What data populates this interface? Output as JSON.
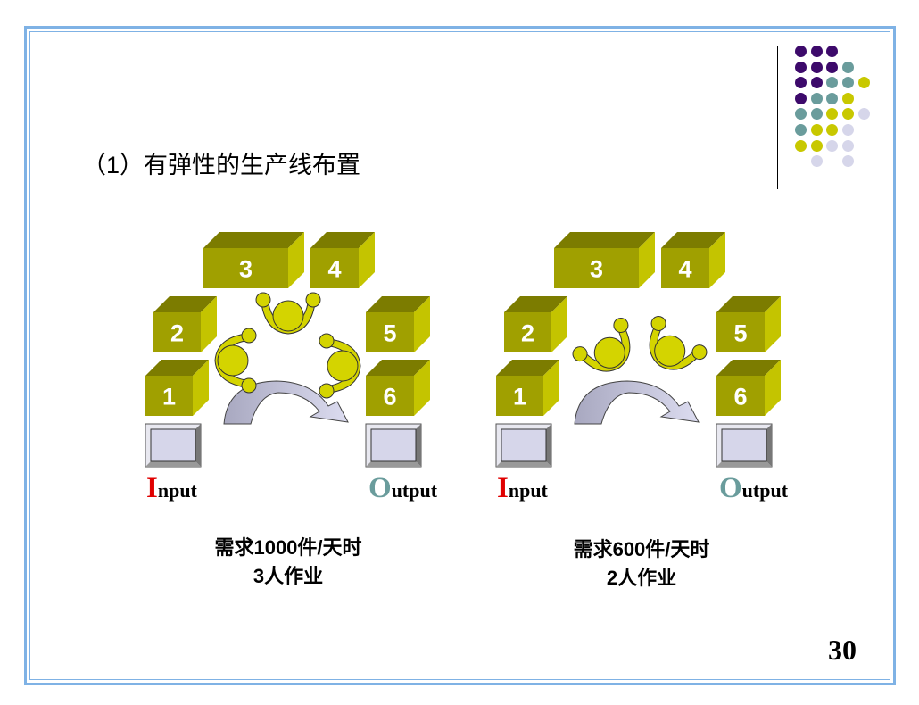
{
  "title": "（1）有弹性的生产线布置",
  "page_number": "30",
  "colors": {
    "box_front": "#a0a000",
    "box_top": "#7c7c00",
    "box_side": "#c4c400",
    "person": "#d4d400",
    "frame": "#7fb2e5",
    "input_letter": "#e00000",
    "output_letter": "#6a9c9c"
  },
  "layouts": [
    {
      "boxes": [
        "1",
        "2",
        "3",
        "4",
        "5",
        "6"
      ],
      "input_first": "I",
      "input_rest": "nput",
      "output_first": "O",
      "output_rest": "utput",
      "demand": "需求1000件/天时",
      "workers": "3人作业"
    },
    {
      "boxes": [
        "1",
        "2",
        "3",
        "4",
        "5",
        "6"
      ],
      "input_first": "I",
      "input_rest": "nput",
      "output_first": "O",
      "output_rest": "utput",
      "demand": "需求600件/天时",
      "workers": "2人作业"
    }
  ],
  "dot_grid": [
    [
      "P",
      "P",
      "P",
      "",
      ""
    ],
    [
      "P",
      "P",
      "P",
      "T",
      ""
    ],
    [
      "P",
      "P",
      "T",
      "T",
      "Y"
    ],
    [
      "P",
      "T",
      "T",
      "Y",
      ""
    ],
    [
      "T",
      "T",
      "Y",
      "Y",
      "L"
    ],
    [
      "T",
      "Y",
      "Y",
      "L",
      ""
    ],
    [
      "Y",
      "Y",
      "L",
      "L",
      ""
    ],
    [
      "",
      "L",
      "",
      "L",
      ""
    ]
  ],
  "dot_colors": {
    "P": "#3d0a6b",
    "T": "#6a9c9c",
    "Y": "#c8c800",
    "L": "#d6d6ea"
  }
}
